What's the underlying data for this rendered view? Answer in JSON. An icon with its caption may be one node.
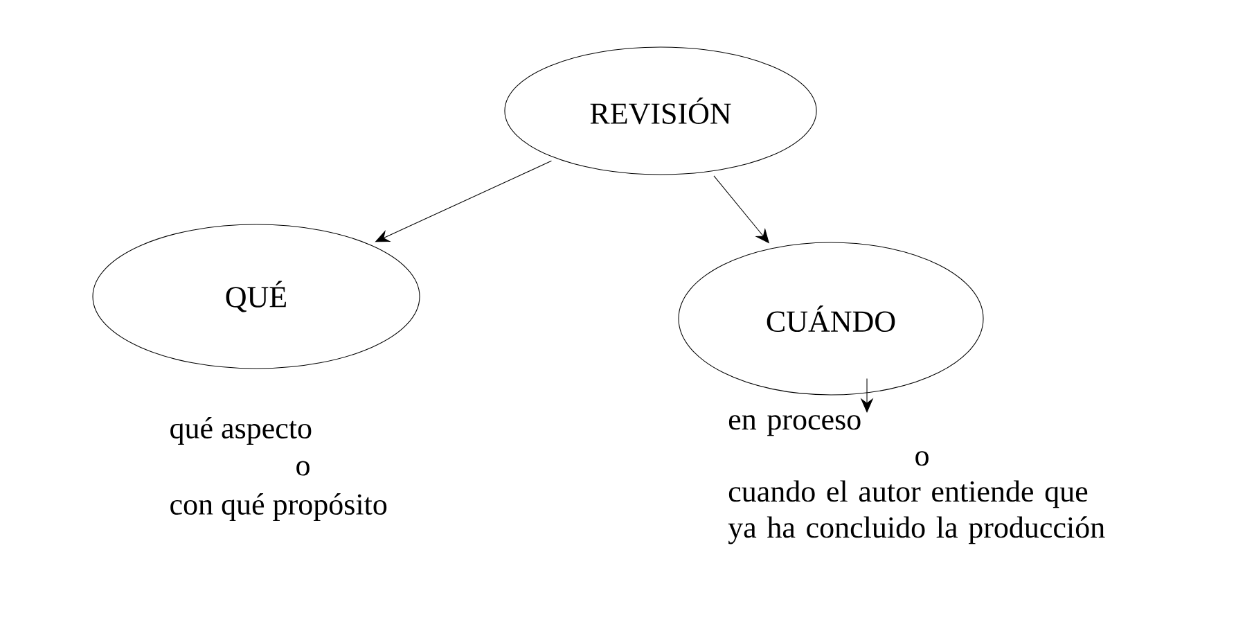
{
  "diagram": {
    "nodes": [
      {
        "text": [
          "REVISIÓN"
        ]
      },
      {
        "text": [
          "QUÉ"
        ]
      },
      {
        "text": [
          "CUÁNDO"
        ]
      },
      {
        "text": [
          "en proceso",
          "o",
          "cuando el autor entiende que ya ha concluido la producción"
        ]
      }
    ],
    "edges": [
      {
        "from": 0,
        "to": 1,
        "arrow": "to"
      },
      {
        "from": 0,
        "to": 2,
        "arrow": "to"
      },
      {
        "from": 2,
        "to": 3,
        "arrow": "to"
      }
    ],
    "labels": [
      "qué aspecto",
      "o",
      "con qué propósito"
    ]
  }
}
